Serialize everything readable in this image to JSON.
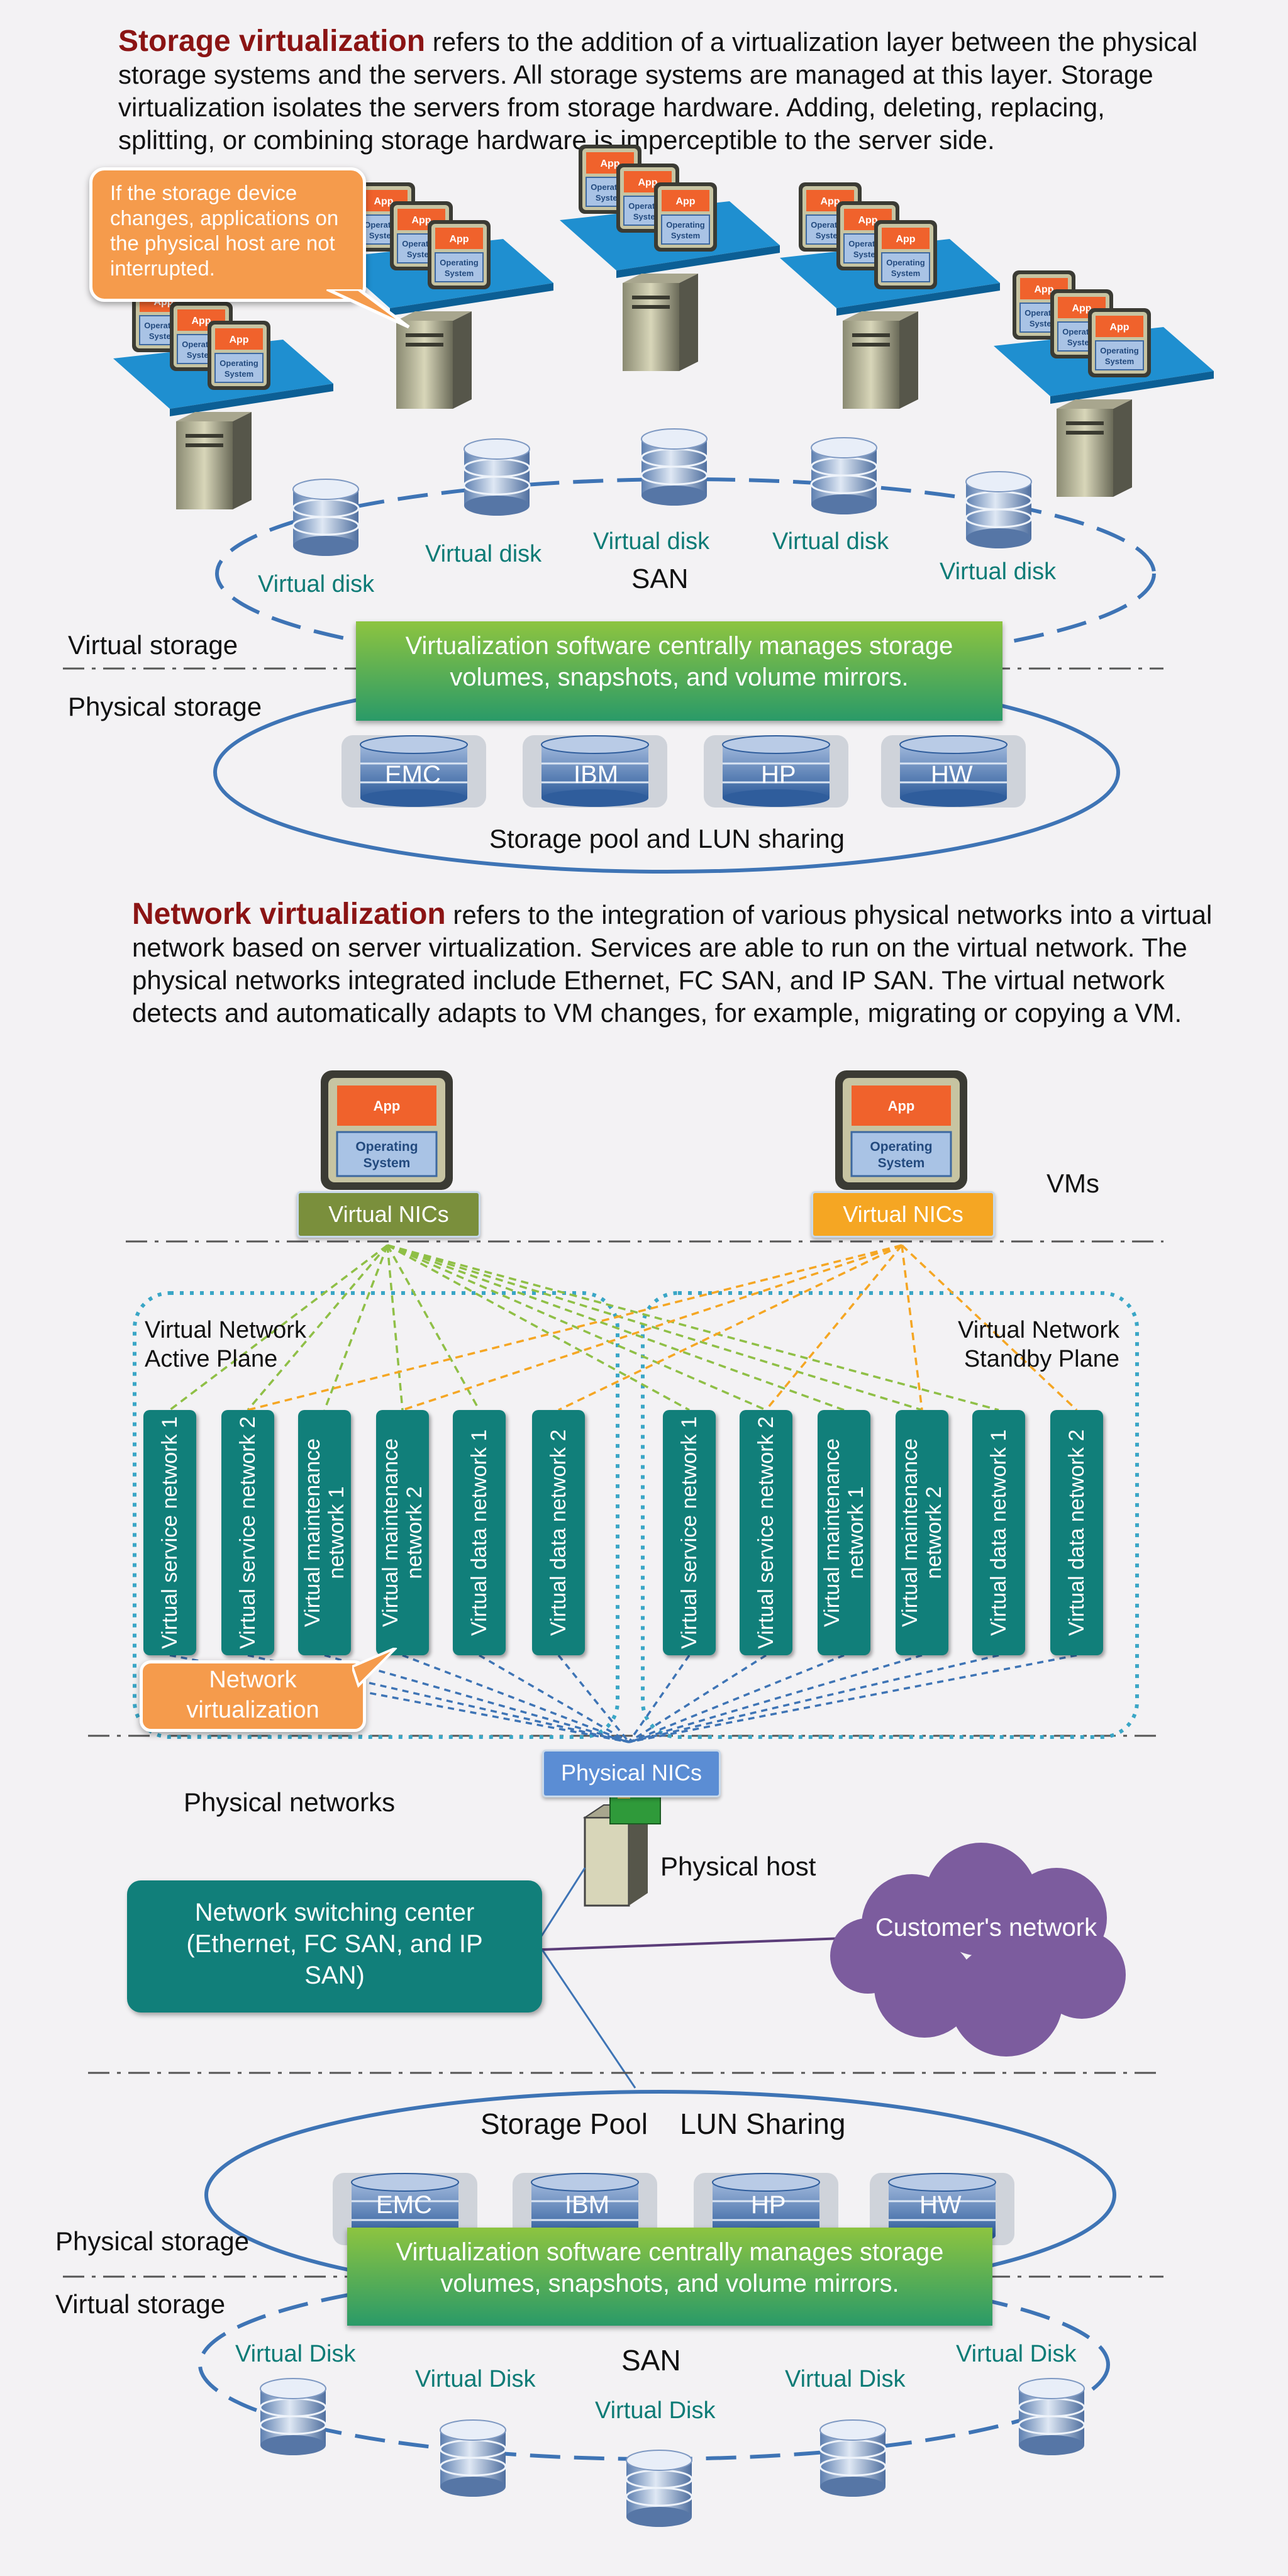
{
  "storage_section": {
    "keyword": "Storage virtualization",
    "text": " refers to the addition of a virtualization layer between the physical storage systems and the servers. All storage systems are managed at this layer. Storage virtualization isolates the servers from storage hardware. Adding, deleting, replacing, splitting, or combining storage hardware is imperceptible to the server side.",
    "callout": "If the storage device changes, applications on the physical host are not interrupted.",
    "virtual_disk_label": "Virtual disk",
    "san_label": "SAN",
    "virtual_storage_label": "Virtual storage",
    "physical_storage_label": "Physical storage",
    "software_box": "Virtualization software centrally manages storage volumes, snapshots, and volume mirrors.",
    "vendors": [
      "EMC",
      "IBM",
      "HP",
      "HW"
    ],
    "pool_label": "Storage pool and LUN sharing"
  },
  "network_section": {
    "keyword": "Network virtualization",
    "text": " refers to the integration of various physical networks into a virtual network based on server virtualization. Services are able to run on the virtual network. The physical networks integrated include Ethernet, FC SAN, and IP SAN. The virtual network detects and automatically adapts to VM changes, for example, migrating or copying a VM.",
    "vm_app": "App",
    "vm_os": "Operating System",
    "vms_label": "VMs",
    "virtual_nics": "Virtual NICs",
    "active_plane": "Virtual Network Active Plane",
    "standby_plane": "Virtual Network Standby Plane",
    "virtual_networks": [
      "Virtual service network 1",
      "Virtual service network 2",
      "Virtual maintenance network 1",
      "Virtual maintenance network 2",
      "Virtual data network 1",
      "Virtual data network 2"
    ],
    "net_virt_callout": "Network virtualization",
    "physical_nics": "Physical NICs",
    "physical_networks_label": "Physical networks",
    "physical_host_label": "Physical host",
    "switching_center": "Network switching center (Ethernet, FC SAN, and IP SAN)",
    "customer_network": "Customer's network"
  },
  "bottom_section": {
    "pool_title": "Storage Pool    LUN Sharing",
    "vendors": [
      "EMC",
      "IBM",
      "HP",
      "HW"
    ],
    "physical_storage_label": "Physical storage",
    "virtual_storage_label": "Virtual storage",
    "software_box": "Virtualization software centrally manages storage volumes, snapshots, and volume mirrors.",
    "virtual_disk_label": "Virtual Disk",
    "san_label": "SAN"
  },
  "colors": {
    "keyword": "#8b1414",
    "teal": "#117f7a",
    "orange": "#f59b4c",
    "olive": "#7a8f3c",
    "purple": "#7c5c9e",
    "line_blue": "#3e74b5"
  }
}
